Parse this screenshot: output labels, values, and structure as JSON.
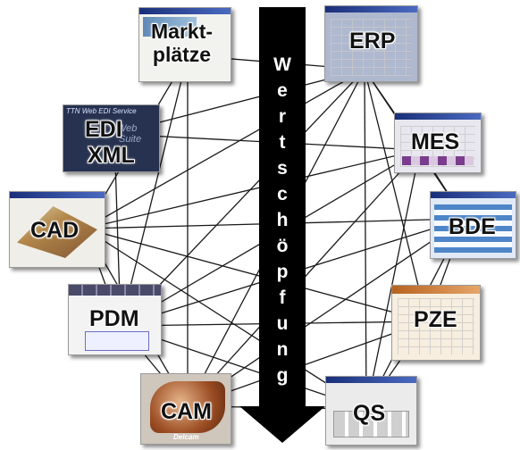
{
  "diagram": {
    "center_label": "Wertschöpfung",
    "nodes": [
      {
        "id": "marktplatze",
        "label_lines": [
          "Markt-",
          "plätze"
        ]
      },
      {
        "id": "erp",
        "label_lines": [
          "ERP"
        ]
      },
      {
        "id": "edi",
        "label_lines": [
          "EDI",
          "XML"
        ],
        "screen_text": [
          "TTN Web EDI Service",
          "Web",
          "Suite"
        ]
      },
      {
        "id": "mes",
        "label_lines": [
          "MES"
        ]
      },
      {
        "id": "cad",
        "label_lines": [
          "CAD"
        ]
      },
      {
        "id": "bde",
        "label_lines": [
          "BDE"
        ]
      },
      {
        "id": "pdm",
        "label_lines": [
          "PDM"
        ]
      },
      {
        "id": "pze",
        "label_lines": [
          "PZE"
        ]
      },
      {
        "id": "cam",
        "label_lines": [
          "CAM"
        ],
        "screen_text": [
          "Delcam"
        ]
      },
      {
        "id": "qs",
        "label_lines": [
          "QS"
        ]
      }
    ],
    "connections": [
      [
        "marktplatze",
        "erp"
      ],
      [
        "marktplatze",
        "pdm"
      ],
      [
        "marktplatze",
        "cam"
      ],
      [
        "marktplatze",
        "cad"
      ],
      [
        "erp",
        "edi"
      ],
      [
        "erp",
        "cad"
      ],
      [
        "erp",
        "pdm"
      ],
      [
        "erp",
        "cam"
      ],
      [
        "erp",
        "qs"
      ],
      [
        "erp",
        "mes"
      ],
      [
        "erp",
        "bde"
      ],
      [
        "erp",
        "pze"
      ],
      [
        "edi",
        "mes"
      ],
      [
        "edi",
        "pdm"
      ],
      [
        "mes",
        "cad"
      ],
      [
        "mes",
        "pdm"
      ],
      [
        "mes",
        "cam"
      ],
      [
        "mes",
        "qs"
      ],
      [
        "mes",
        "bde"
      ],
      [
        "cad",
        "bde"
      ],
      [
        "cad",
        "pdm"
      ],
      [
        "cad",
        "cam"
      ],
      [
        "cad",
        "qs"
      ],
      [
        "cad",
        "pze"
      ],
      [
        "pdm",
        "bde"
      ],
      [
        "pdm",
        "cam"
      ],
      [
        "pdm",
        "qs"
      ],
      [
        "pdm",
        "pze"
      ],
      [
        "bde",
        "cam"
      ],
      [
        "bde",
        "qs"
      ],
      [
        "bde",
        "pze"
      ],
      [
        "pze",
        "cam"
      ],
      [
        "pze",
        "qs"
      ],
      [
        "cam",
        "qs"
      ]
    ],
    "colors": {
      "arrow": "#000000",
      "arrow_text": "#ffffff",
      "lines": "#1a1a1a"
    }
  }
}
